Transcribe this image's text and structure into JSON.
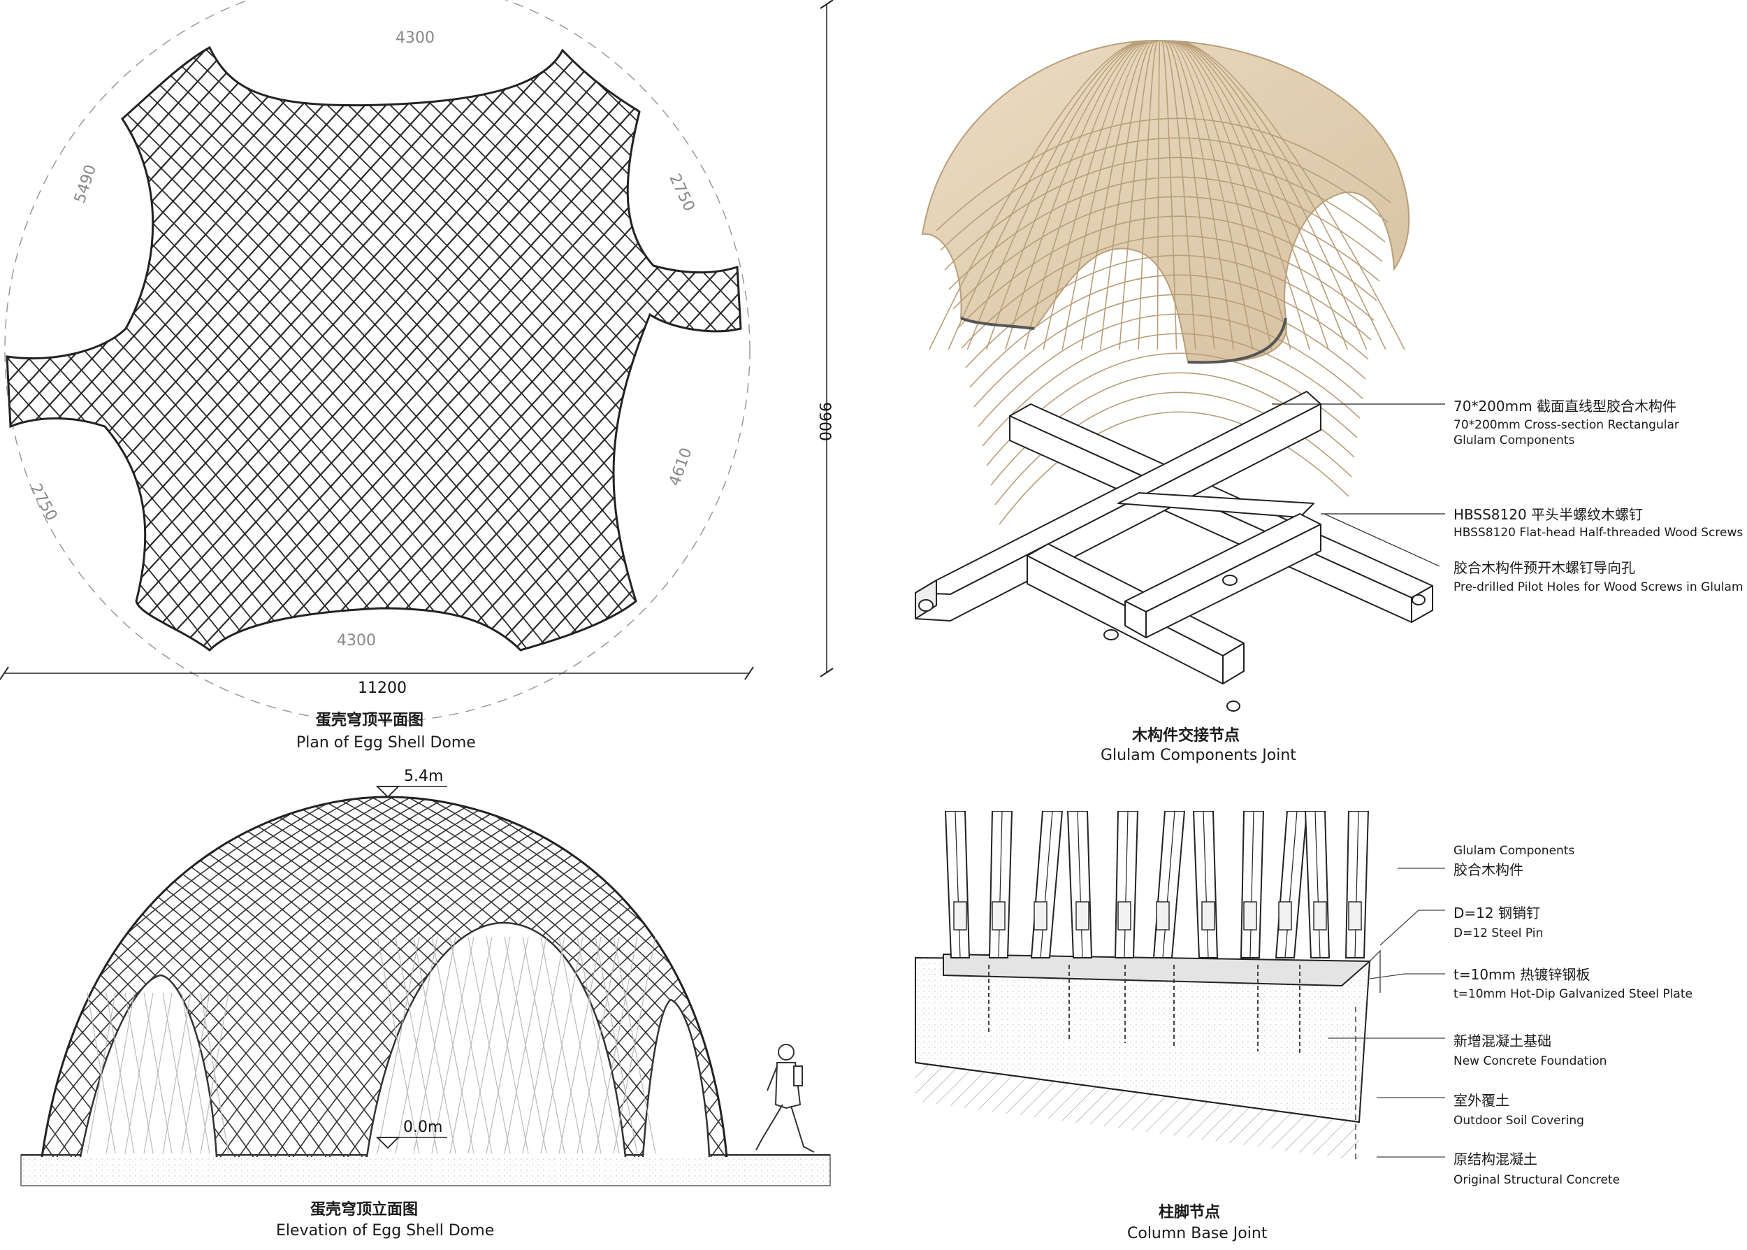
{
  "plan": {
    "title_zh": "蛋壳穹顶平面图",
    "title_en": "Plan of Egg Shell Dome",
    "dims": {
      "top": "4300",
      "bottom": "4300",
      "upper_left": "5490",
      "upper_right": "2750",
      "lower_left": "2750",
      "lower_right": "4610",
      "width": "11200",
      "height": "9900"
    }
  },
  "joint": {
    "title_zh": "木构件交接节点",
    "title_en": "Glulam Components Joint",
    "callouts": [
      {
        "zh": "70*200mm 截面直线型胶合木构件",
        "en1": "70*200mm Cross-section Rectangular",
        "en2": "Glulam Components"
      },
      {
        "zh": "HBSS8120 平头半螺纹木螺钉",
        "en1": "HBSS8120 Flat-head Half-threaded Wood Screws",
        "en2": ""
      },
      {
        "zh": "胶合木构件预开木螺钉导向孔",
        "en1": "Pre-drilled Pilot Holes for Wood Screws in Glulam",
        "en2": ""
      }
    ]
  },
  "elevation": {
    "title_zh": "蛋壳穹顶立面图",
    "title_en": "Elevation of Egg Shell Dome",
    "top_level": "5.4m",
    "ground_level": "0.0m"
  },
  "base": {
    "title_zh": "柱脚节点",
    "title_en": "Column Base Joint",
    "callouts": [
      {
        "a": "Glulam Components",
        "b": "胶合木构件"
      },
      {
        "a": "D=12 钢销钉",
        "b": "D=12 Steel Pin"
      },
      {
        "a": "t=10mm 热镀锌钢板",
        "b": "t=10mm Hot-Dip Galvanized Steel Plate"
      },
      {
        "a": "新增混凝土基础",
        "b": "New Concrete Foundation"
      },
      {
        "a": "室外覆土",
        "b": "Outdoor Soil Covering"
      },
      {
        "a": "原结构混凝土",
        "b": "Original Structural Concrete"
      }
    ]
  },
  "colors": {
    "line": "#222222",
    "dim_grey": "#888888",
    "wood": "#e8d8bf",
    "wood_dark": "#c7b08c"
  }
}
